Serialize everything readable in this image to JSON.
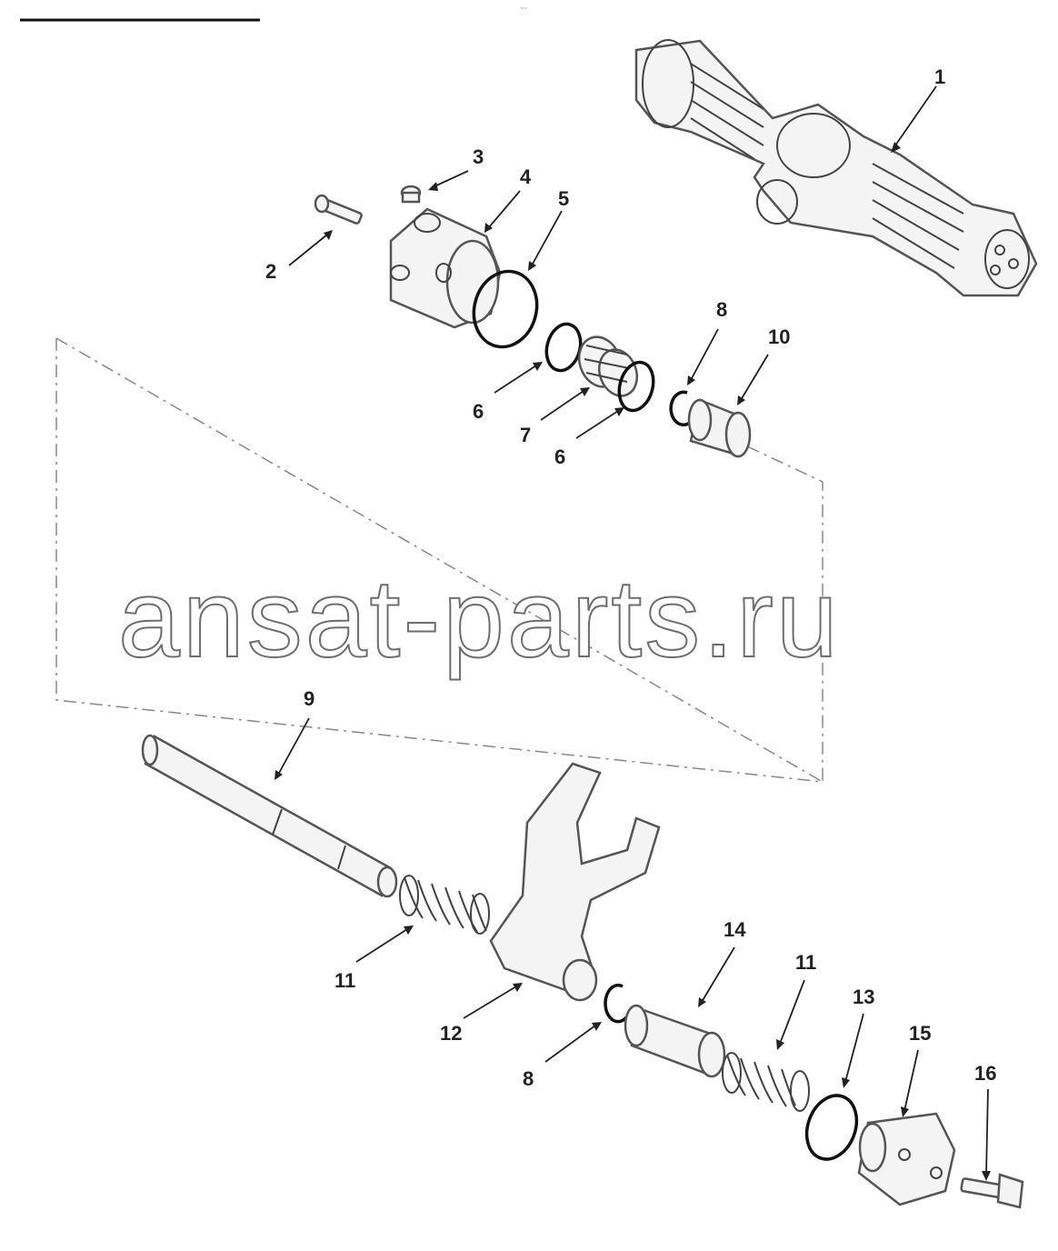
{
  "header": {
    "rule_color": "#111111",
    "scribble": "\"\""
  },
  "watermark": "ansat-parts.ru",
  "callouts": [
    {
      "id": "c1",
      "label": "1"
    },
    {
      "id": "c2",
      "label": "2"
    },
    {
      "id": "c3",
      "label": "3"
    },
    {
      "id": "c4",
      "label": "4"
    },
    {
      "id": "c5",
      "label": "5"
    },
    {
      "id": "c6a",
      "label": "6"
    },
    {
      "id": "c7",
      "label": "7"
    },
    {
      "id": "c6b",
      "label": "6"
    },
    {
      "id": "c8a",
      "label": "8"
    },
    {
      "id": "c10",
      "label": "10"
    },
    {
      "id": "c9",
      "label": "9"
    },
    {
      "id": "c11a",
      "label": "11"
    },
    {
      "id": "c12",
      "label": "12"
    },
    {
      "id": "c14",
      "label": "14"
    },
    {
      "id": "c11b",
      "label": "11"
    },
    {
      "id": "c8b",
      "label": "8"
    },
    {
      "id": "c13",
      "label": "13"
    },
    {
      "id": "c15",
      "label": "15"
    },
    {
      "id": "c16",
      "label": "16"
    }
  ],
  "colors": {
    "ink": "#222222",
    "part_fill": "#f4f4f4",
    "outline": "#555555"
  }
}
